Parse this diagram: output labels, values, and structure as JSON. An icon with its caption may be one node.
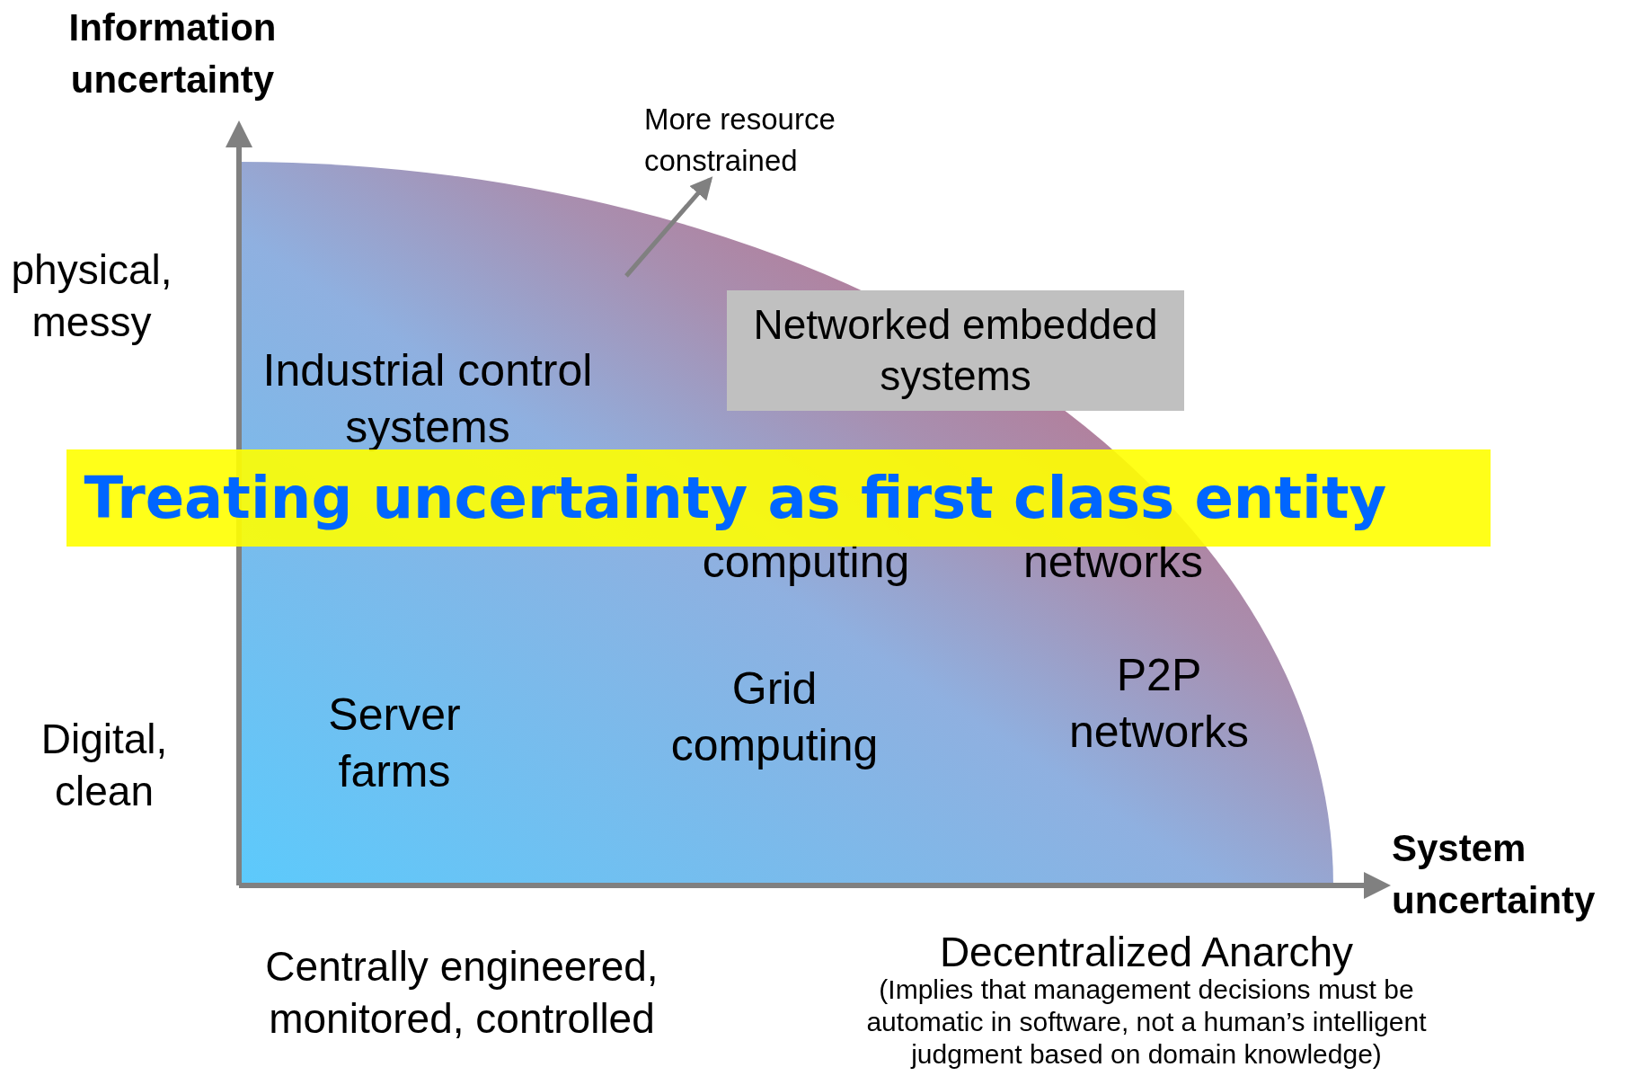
{
  "diagram": {
    "nodes": [
      {
        "text": [
          "Networked embedded systems"
        ]
      }
    ],
    "labels": [
      "Information uncertainty",
      "More resource constrained",
      "physical, messy",
      "Industrial control systems",
      "Treating uncertainty as first class entity",
      "computing",
      "networks",
      "Digital, clean",
      "Server farms",
      "Grid computing",
      "P2P networks",
      "System uncertainty",
      "Centrally engineered, monitored, controlled",
      "Decentralized Anarchy",
      "(Implies that management decisions must be automatic in software, not a human’s intelligent judgment based on domain knowledge)"
    ]
  }
}
